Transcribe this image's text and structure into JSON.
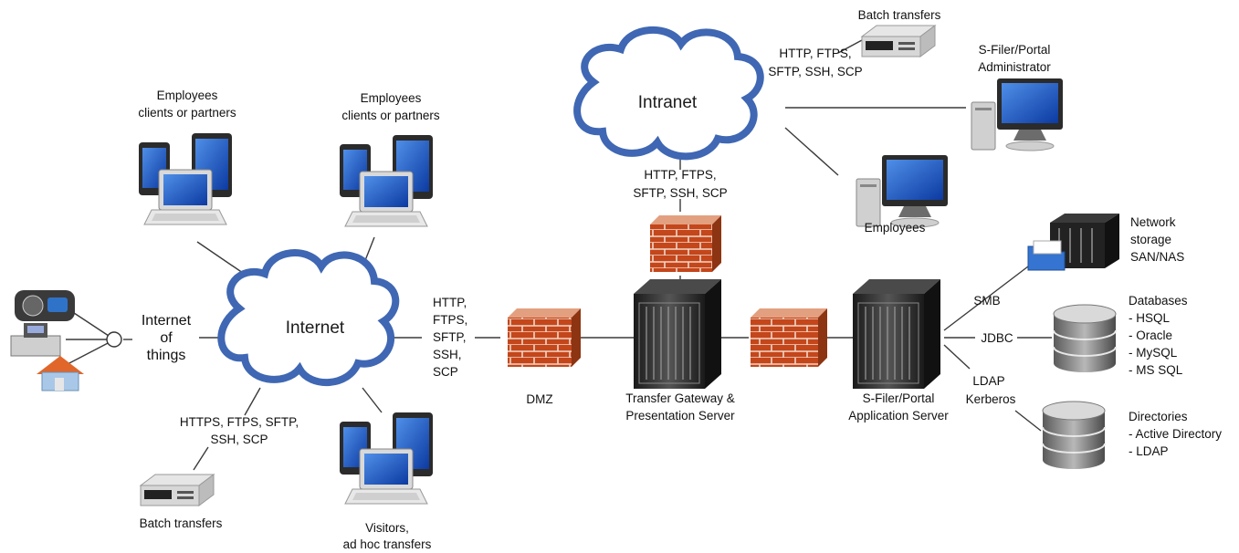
{
  "clouds": {
    "internet": "Internet",
    "intranet": "Intranet"
  },
  "iot": {
    "line1": "Internet",
    "line2": "of",
    "line3": "things"
  },
  "employees_left": {
    "line1": "Employees",
    "line2": "clients or partners"
  },
  "employees_mid": {
    "line1": "Employees",
    "line2": "clients or partners"
  },
  "batch_top": "Batch transfers",
  "batch_bottom": "Batch transfers",
  "visitors": {
    "line1": "Visitors,",
    "line2": "ad hoc transfers"
  },
  "protocols_intranet_batch": {
    "line1": "HTTP, FTPS,",
    "line2": "SFTP, SSH, SCP"
  },
  "protocols_intranet_gateway": {
    "line1": "HTTP, FTPS,",
    "line2": "SFTP, SSH, SCP"
  },
  "protocols_internet_dmz": {
    "line1": "HTTP,",
    "line2": "FTPS,",
    "line3": "SFTP,",
    "line4": "SSH,",
    "line5": "SCP"
  },
  "protocols_batch_bottom": {
    "line1": "HTTPS, FTPS, SFTP,",
    "line2": "SSH, SCP"
  },
  "admin": {
    "line1": "S-Filer/Portal",
    "line2": "Administrator"
  },
  "employees_intranet": "Employees",
  "dmz": "DMZ",
  "gateway": {
    "line1": "Transfer Gateway &",
    "line2": "Presentation Server"
  },
  "app_server": {
    "line1": "S-Filer/Portal",
    "line2": "Application Server"
  },
  "links": {
    "smb": "SMB",
    "jdbc": "JDBC",
    "ldap1": "LDAP",
    "ldap2": "Kerberos"
  },
  "storage": {
    "line1": "Network",
    "line2": "storage",
    "line3": "SAN/NAS"
  },
  "databases": {
    "title": "Databases",
    "item1": "- HSQL",
    "item2": "- Oracle",
    "item3": "- MySQL",
    "item4": "- MS SQL"
  },
  "directories": {
    "title": "Directories",
    "item1": "- Active Directory",
    "item2": "- LDAP"
  },
  "colors": {
    "cloud_stroke": "#3f67b3",
    "brick": "#c24a1f",
    "server": "#2d2d2d",
    "screen": "#1e5fc7",
    "db": "#8a8a8a"
  }
}
